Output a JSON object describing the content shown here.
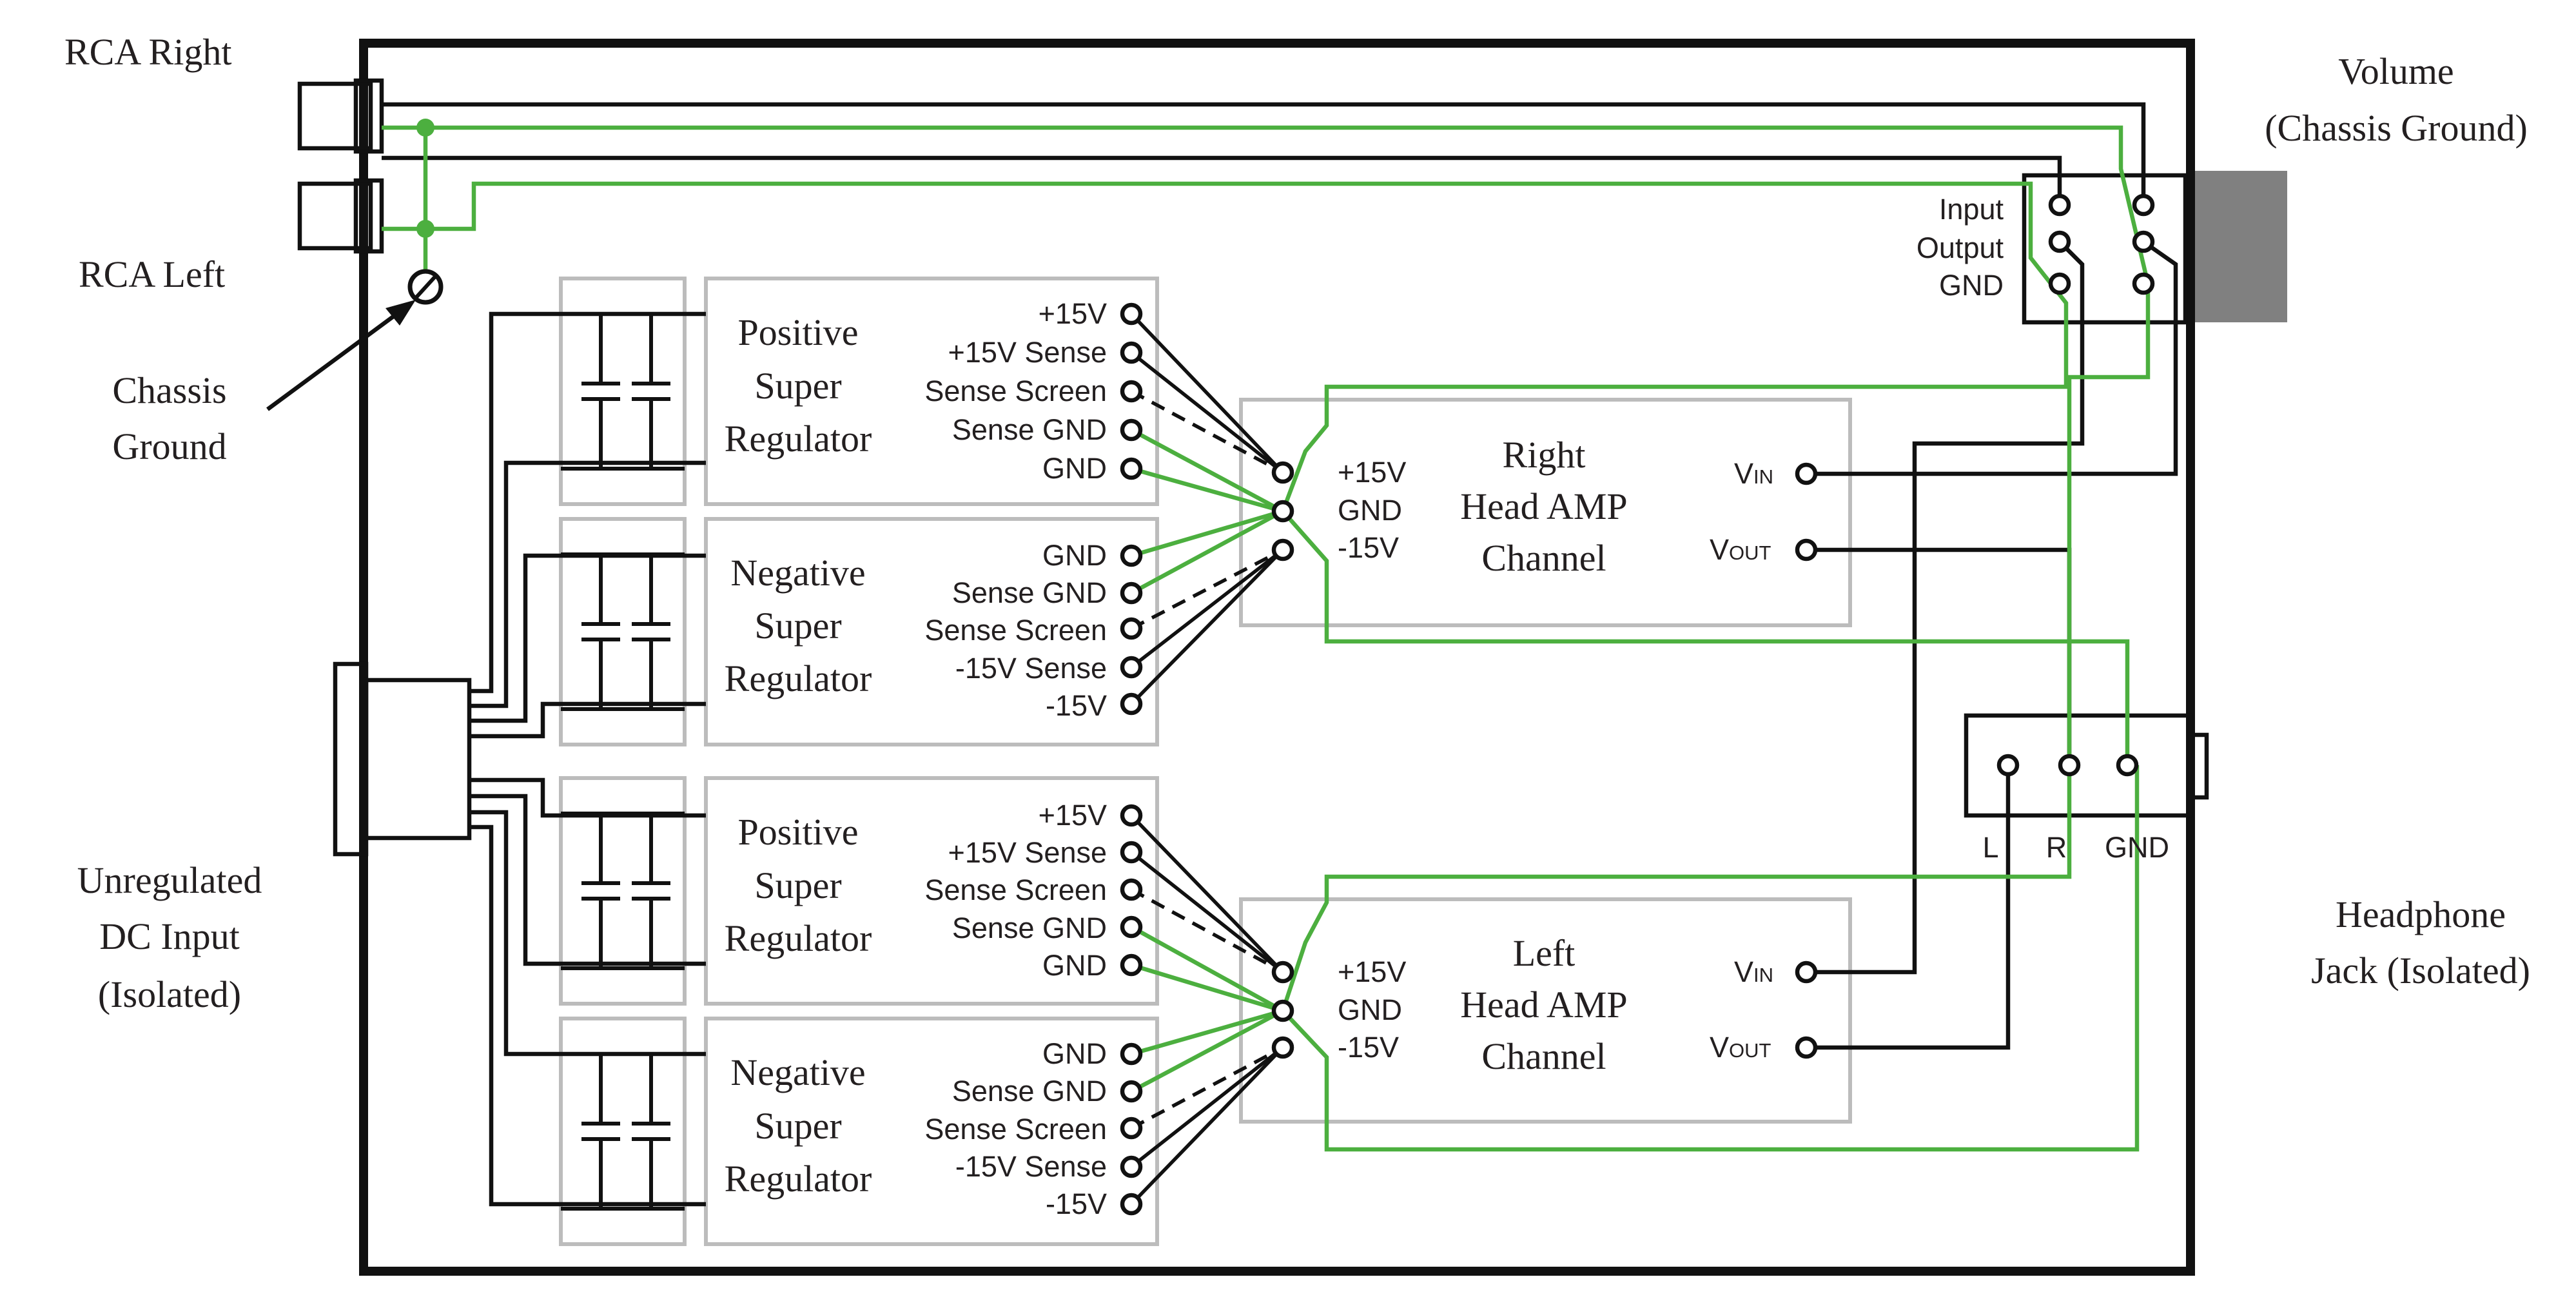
{
  "colors": {
    "wire": "#111111",
    "ground_wire": "#4caf3f",
    "module_border": "#bcbcbc",
    "volume_knob": "#808080"
  },
  "labels": {
    "rca_right": "RCA Right",
    "rca_left": "RCA Left",
    "chassis_ground": [
      "Chassis",
      "Ground"
    ],
    "volume": [
      "Volume",
      "(Chassis Ground)"
    ],
    "dc_input": [
      "Unregulated",
      "DC Input",
      "(Isolated)"
    ],
    "headphone": [
      "Headphone",
      "Jack (Isolated)"
    ]
  },
  "volume_pins": [
    "Input",
    "Output",
    "GND"
  ],
  "regulators": [
    {
      "name": [
        "Positive",
        "Super",
        "Regulator"
      ],
      "pins": [
        "+15V",
        "+15V Sense",
        "Sense Screen",
        "Sense GND",
        "GND"
      ]
    },
    {
      "name": [
        "Negative",
        "Super",
        "Regulator"
      ],
      "pins": [
        "GND",
        "Sense GND",
        "Sense Screen",
        "-15V Sense",
        "-15V"
      ]
    },
    {
      "name": [
        "Positive",
        "Super",
        "Regulator"
      ],
      "pins": [
        "+15V",
        "+15V Sense",
        "Sense Screen",
        "Sense GND",
        "GND"
      ]
    },
    {
      "name": [
        "Negative",
        "Super",
        "Regulator"
      ],
      "pins": [
        "GND",
        "Sense GND",
        "Sense Screen",
        "-15V Sense",
        "-15V"
      ]
    }
  ],
  "amps": [
    {
      "name": [
        "Right",
        "Head AMP",
        "Channel"
      ],
      "supply_pins": [
        "+15V",
        "GND",
        "-15V"
      ],
      "vin": [
        "V",
        "IN"
      ],
      "vout": [
        "V",
        "OUT"
      ]
    },
    {
      "name": [
        "Left",
        "Head AMP",
        "Channel"
      ],
      "supply_pins": [
        "+15V",
        "GND",
        "-15V"
      ],
      "vin": [
        "V",
        "IN"
      ],
      "vout": [
        "V",
        "OUT"
      ]
    }
  ],
  "jack_pins": [
    "L",
    "R",
    "GND"
  ]
}
